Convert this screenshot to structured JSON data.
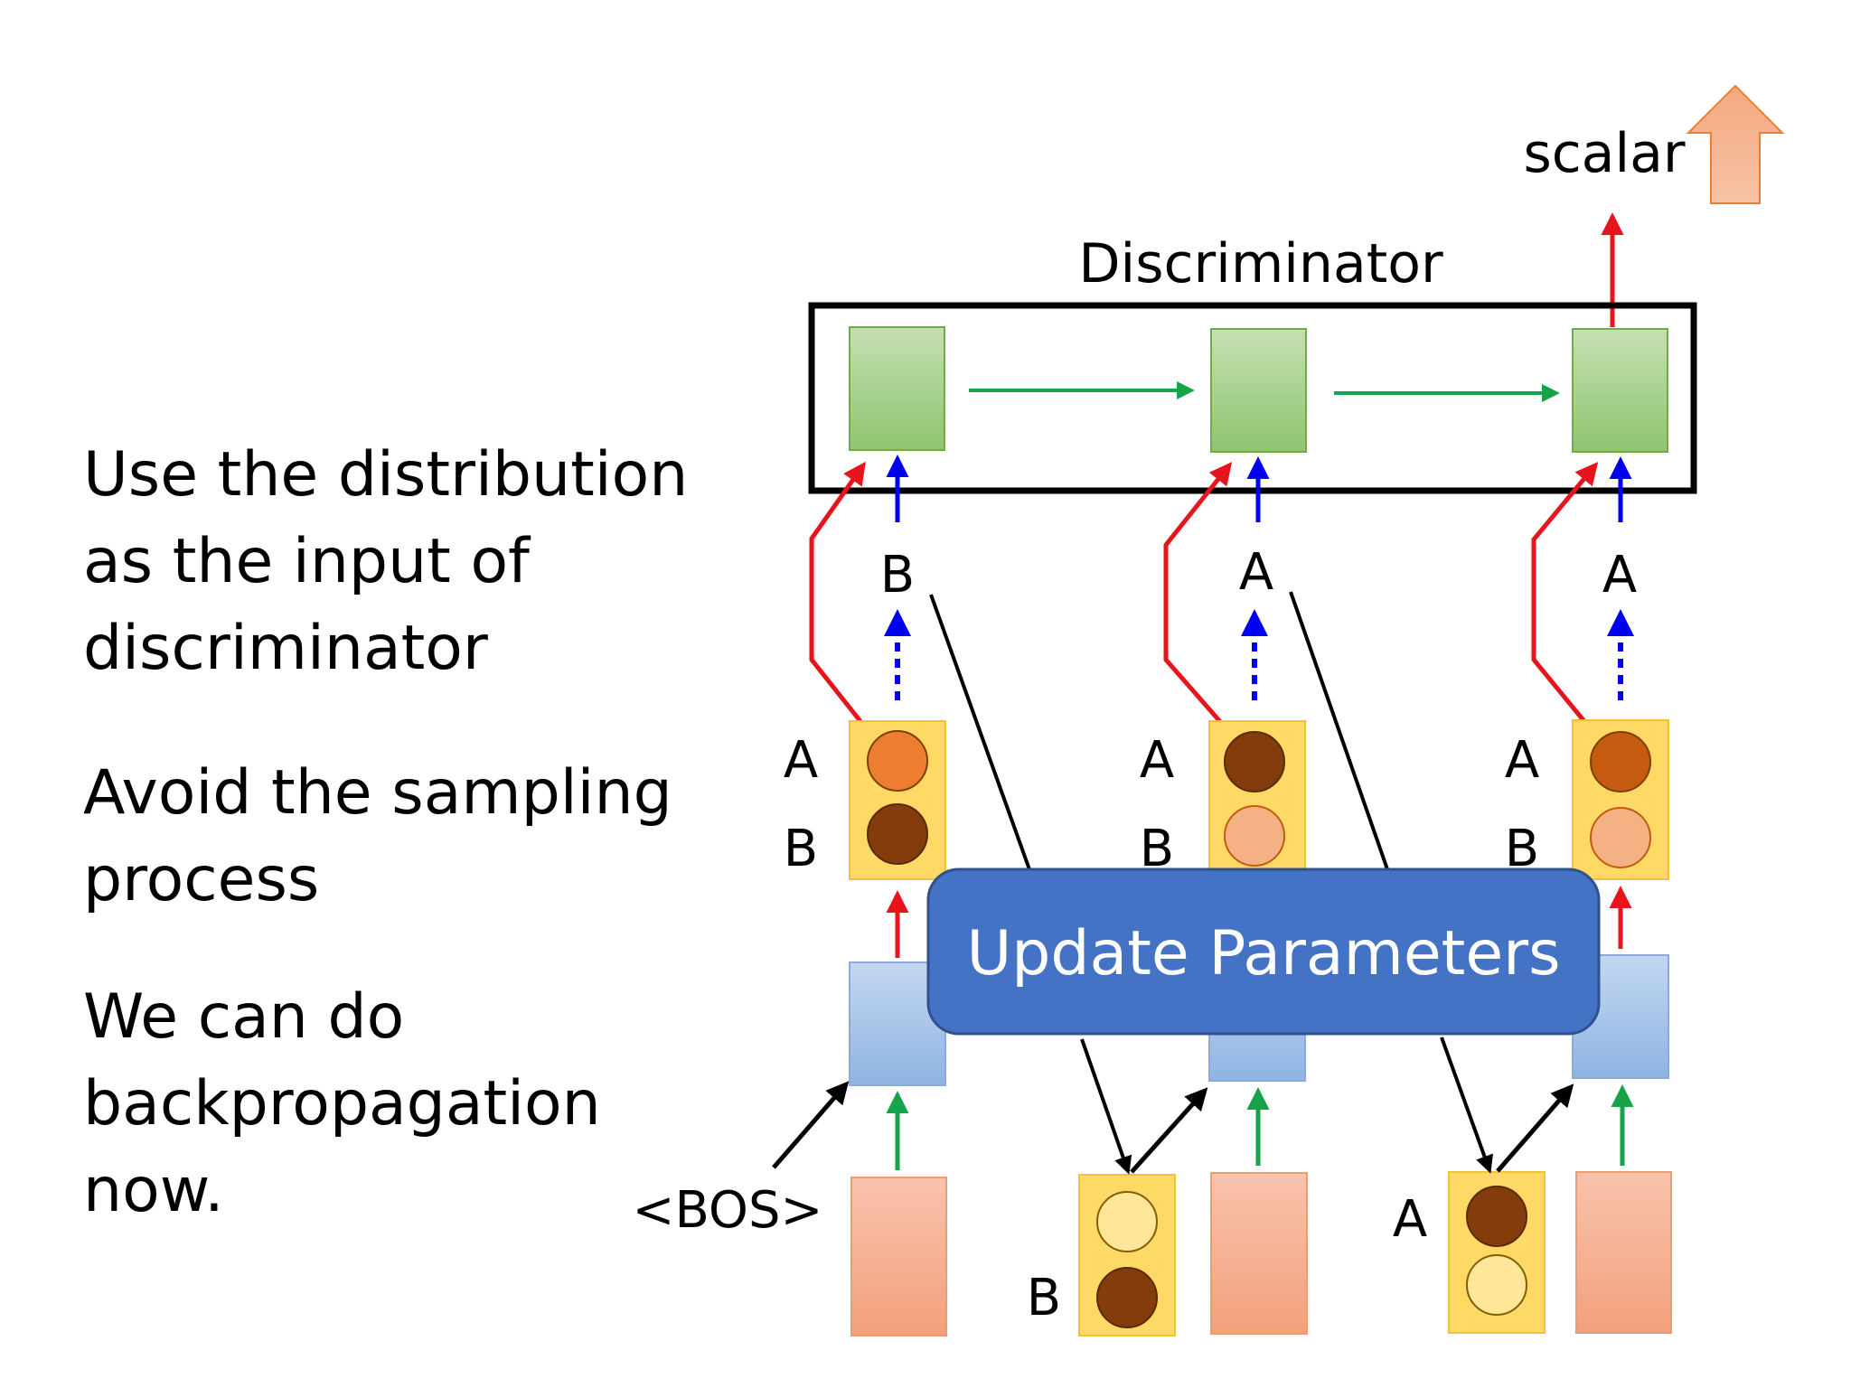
{
  "left_text": {
    "point1": [
      "Use the distribution",
      "as the input of",
      "discriminator"
    ],
    "point2": [
      "Avoid the sampling",
      "process"
    ],
    "point3": [
      "We can do",
      "backpropagation",
      "now."
    ]
  },
  "diagram": {
    "scalar_label": "scalar",
    "discriminator_label": "Discriminator",
    "update_label": "Update Parameters",
    "bos_label": "<BOS>",
    "sampled_tokens": [
      "B",
      "A",
      "A"
    ],
    "dist_labels": {
      "a": "A",
      "b": "B"
    },
    "input_labels": {
      "b": "B",
      "a": "A"
    },
    "colors": {
      "disc_cell": "#a9d18e",
      "rnn_cell": "#9dc3e6",
      "input_block": "#f4b183",
      "dist_box": "#ffd966",
      "update_box": "#4472c4",
      "red_arrow": "#e8141b",
      "blue_arrow": "#0000ee",
      "green_arrow": "#16a34a",
      "scalar_arrow": "#f4b183"
    }
  }
}
